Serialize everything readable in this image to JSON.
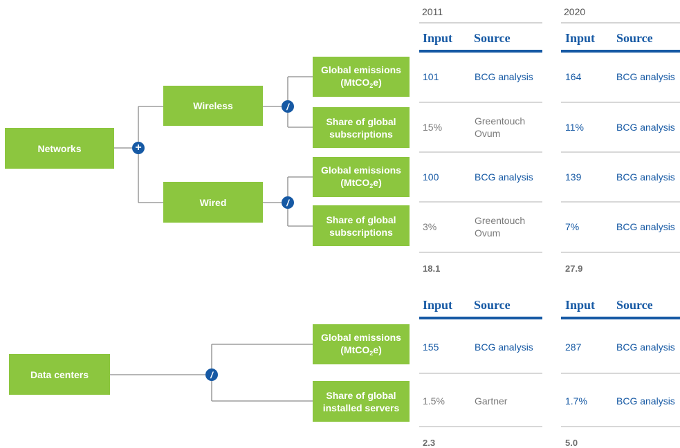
{
  "diagram": {
    "nodes": {
      "networks": "Networks",
      "wireless": "Wireless",
      "wired": "Wired",
      "data_centers": "Data centers",
      "emissions_line1": "Global emissions",
      "emissions_line2_pre": "(MtCO",
      "emissions_sub": "2",
      "emissions_line2_post": "e)",
      "share_line1": "Share of global",
      "share_line2": "subscriptions",
      "servers_line2": "installed servers"
    },
    "operators": {
      "plus": "+",
      "divide": "/"
    }
  },
  "table": {
    "years": [
      "2011",
      "2020"
    ],
    "headers": {
      "input": "Input",
      "source": "Source"
    },
    "networks_rows": [
      {
        "y2011_input": "101",
        "y2011_source": "BCG analysis",
        "y2020_input": "164",
        "y2020_source": "BCG analysis"
      },
      {
        "y2011_input": "15%",
        "y2011_source": "Greentouch Ovum",
        "y2020_input": "11%",
        "y2020_source": "BCG analysis"
      },
      {
        "y2011_input": "100",
        "y2011_source": "BCG analysis",
        "y2020_input": "139",
        "y2020_source": "BCG analysis"
      },
      {
        "y2011_input": "3%",
        "y2011_source": "Greentouch Ovum",
        "y2020_input": "7%",
        "y2020_source": "BCG analysis"
      }
    ],
    "networks_totals": {
      "y2011": "18.1",
      "y2020": "27.9"
    },
    "datacenter_rows": [
      {
        "y2011_input": "155",
        "y2011_source": "BCG analysis",
        "y2020_input": "287",
        "y2020_source": "BCG analysis"
      },
      {
        "y2011_input": "1.5%",
        "y2011_source": "Gartner",
        "y2020_input": "1.7%",
        "y2020_source": "BCG analysis"
      }
    ],
    "datacenter_totals": {
      "y2011": "2.3",
      "y2020": "5.0"
    }
  },
  "colors": {
    "green": "#8cc63f",
    "blue": "#1659a4",
    "gray_text": "#7a7a7a",
    "rule": "#d8d8d8"
  }
}
